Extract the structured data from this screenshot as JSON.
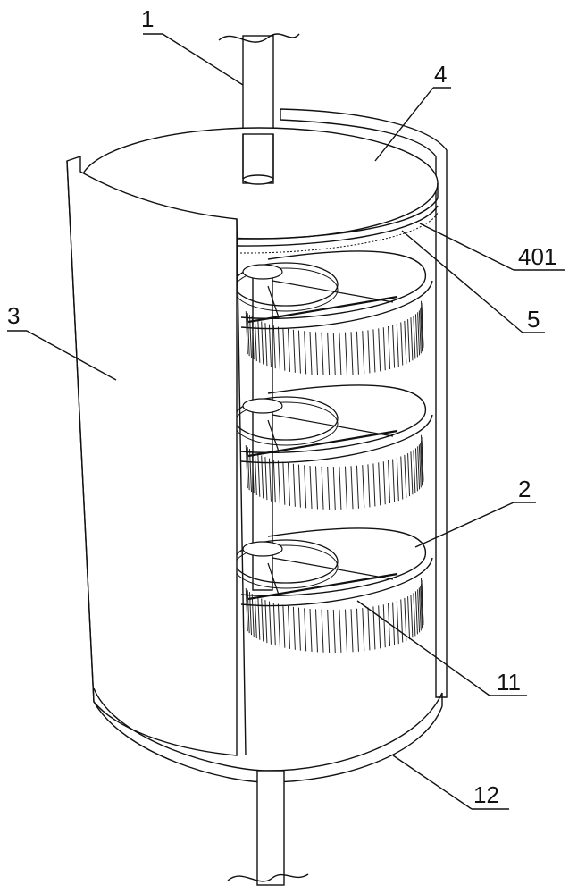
{
  "figure": {
    "labels": {
      "shaft_top": "1",
      "top_plate": "4",
      "plate_edge": "401",
      "ring": "5",
      "housing": "3",
      "spiral_brush": "2",
      "bar": "11",
      "bottom_ring": "12"
    }
  }
}
